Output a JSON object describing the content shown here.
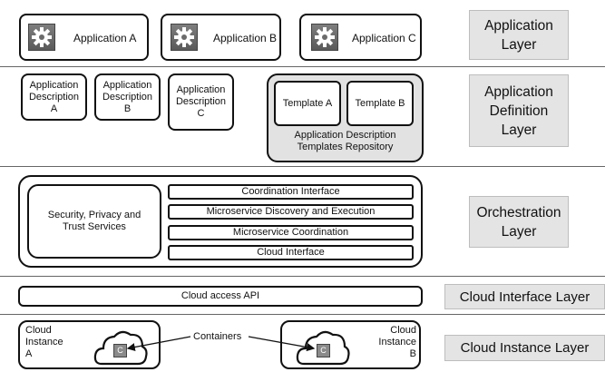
{
  "applications": [
    {
      "label": "Application A",
      "icon": "gear-icon"
    },
    {
      "label": "Application B",
      "icon": "gear-icon"
    },
    {
      "label": "Application C",
      "icon": "gear-icon"
    }
  ],
  "descriptions": [
    {
      "label": "Application\nDescription\nA"
    },
    {
      "label": "Application\nDescription\nB"
    },
    {
      "label": "Application\nDescription\nC"
    }
  ],
  "templates": {
    "items": [
      "Template A",
      "Template B"
    ],
    "repository_label": "Application Description\nTemplates Repository"
  },
  "orchestration": {
    "security_label": "Security, Privacy and\nTrust Services",
    "rows": [
      "Coordination Interface",
      "Microservice Discovery and Execution",
      "Microservice Coordination",
      "Cloud Interface"
    ]
  },
  "cloud_api": {
    "label": "Cloud access API"
  },
  "cloud_instances": [
    {
      "label": "Cloud\nInstance\nA",
      "container": "C"
    },
    {
      "label": "Cloud\nInstance\nB",
      "container": "C"
    }
  ],
  "containers_label": "Containers",
  "layers": [
    "Application\nLayer",
    "Application\nDefinition\nLayer",
    "Orchestration\nLayer",
    "Cloud Interface Layer",
    "Cloud Instance Layer"
  ],
  "colors": {
    "border": "#111111",
    "layer_box": "#e4e4e4",
    "template_repo": "#e2e2e2",
    "icon": "#6b6b6b"
  }
}
